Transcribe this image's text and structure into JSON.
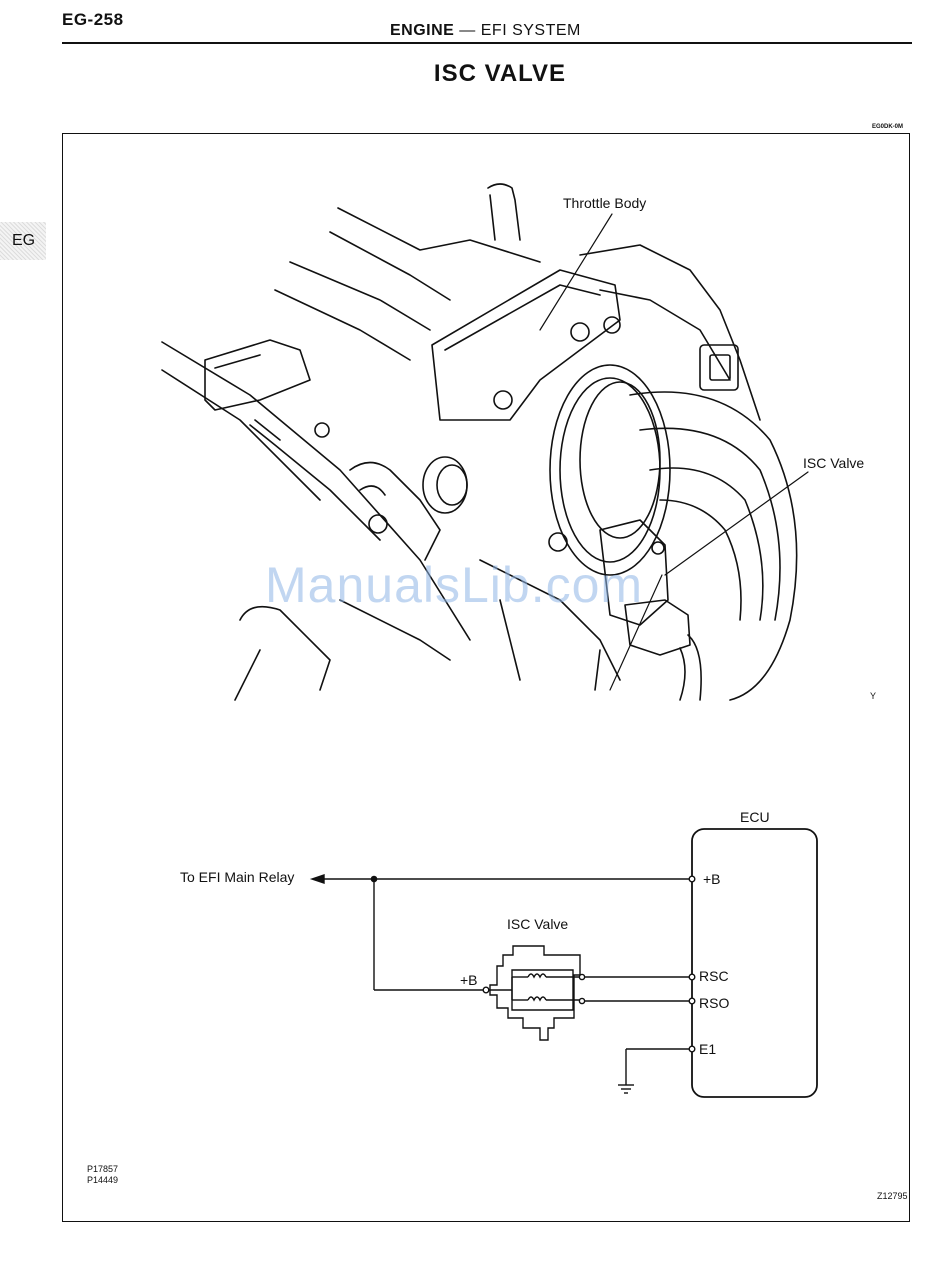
{
  "header": {
    "page_number": "EG-258",
    "section": "ENGINE",
    "separator": "—",
    "subsection": "EFI SYSTEM"
  },
  "title": "ISC VALVE",
  "side_tab": "EG",
  "ref_code": "EG0DK-0M",
  "illustration": {
    "label_throttle_body": "Throttle Body",
    "label_isc_valve": "ISC Valve",
    "corner_mark": "Y"
  },
  "wiring": {
    "to_relay": "To EFI Main Relay",
    "ecu_label": "ECU",
    "valve_label": "ISC Valve",
    "valve_b": "+B",
    "ecu_pins": [
      "+B",
      "RSC",
      "RSO",
      "E1"
    ]
  },
  "footer": {
    "part_codes": [
      "P17857",
      "P14449"
    ],
    "figure_code": "Z12795"
  },
  "watermark": "ManualsLib.com"
}
